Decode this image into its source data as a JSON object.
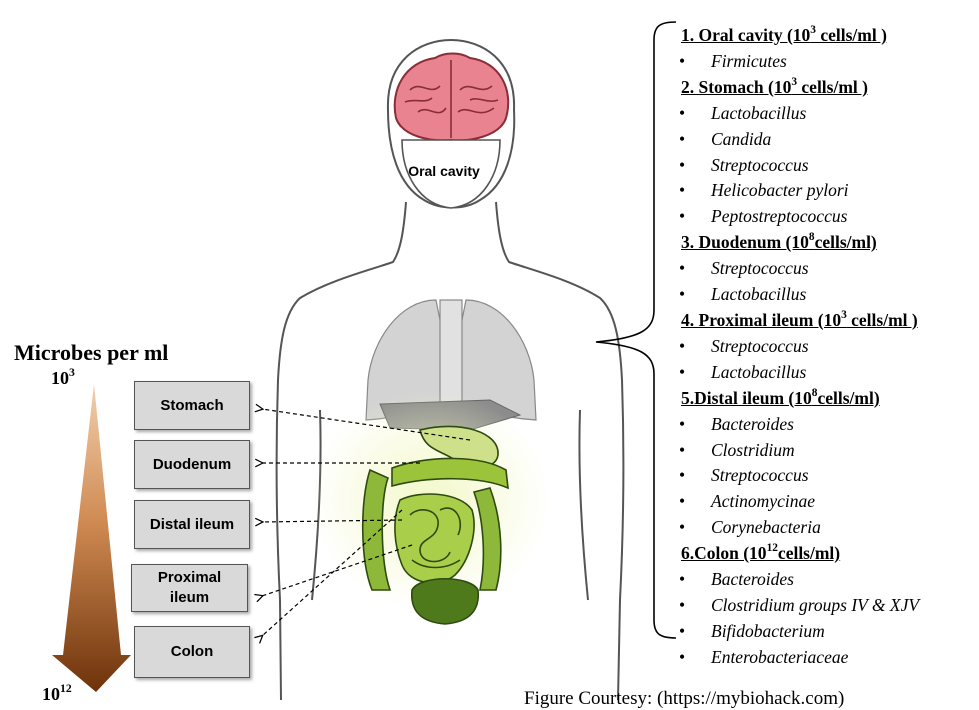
{
  "scale": {
    "title": "Microbes per ml",
    "top_base": "10",
    "top_exp": "3",
    "bottom_base": "10",
    "bottom_exp": "12"
  },
  "organ_boxes": [
    "Stomach",
    "Duodenum",
    "Distal ileum",
    "Proximal ileum",
    "Colon"
  ],
  "body_label": "Oral cavity",
  "sections": [
    {
      "pre": "1. Oral cavity (10",
      "exp": "3",
      "post": " cells/ml )",
      "microbes": [
        "Firmicutes"
      ]
    },
    {
      "pre": "2. Stomach (10",
      "exp": "3",
      "post": " cells/ml )",
      "microbes": [
        "Lactobacillus",
        "Candida",
        "Streptococcus",
        "Helicobacter pylori",
        "Peptostreptococcus"
      ]
    },
    {
      "pre": "3. Duodenum (10",
      "exp": "8",
      "post": "cells/ml)",
      "microbes": [
        "Streptococcus",
        "Lactobacillus"
      ]
    },
    {
      "pre": "4. Proximal ileum  (10",
      "exp": "3",
      "post": " cells/ml )",
      "microbes": [
        "Streptococcus",
        "Lactobacillus"
      ]
    },
    {
      "pre": "5.Distal ileum (10",
      "exp": "8",
      "post": "cells/ml)",
      "microbes": [
        "Bacteroides",
        "Clostridium",
        "Streptococcus",
        "Actinomycinae",
        "Corynebacteria"
      ]
    },
    {
      "pre": "6.Colon (10",
      "exp": "12",
      "post": "cells/ml)",
      "microbes": [
        "Bacteroides",
        "Clostridium groups IV & XJV",
        "Bifidobacterium",
        "Enterobacteriaceae"
      ]
    }
  ],
  "courtesy": "Figure Courtesy: (https://mybiohack.com)",
  "colors": {
    "arrow_top": "#e8b58a",
    "arrow_bottom": "#7a3a0c",
    "box_fill": "#d9d9d9",
    "brain": "#e8838f",
    "lungs": "#cfcfcf",
    "intestine": "#9cc43a"
  }
}
